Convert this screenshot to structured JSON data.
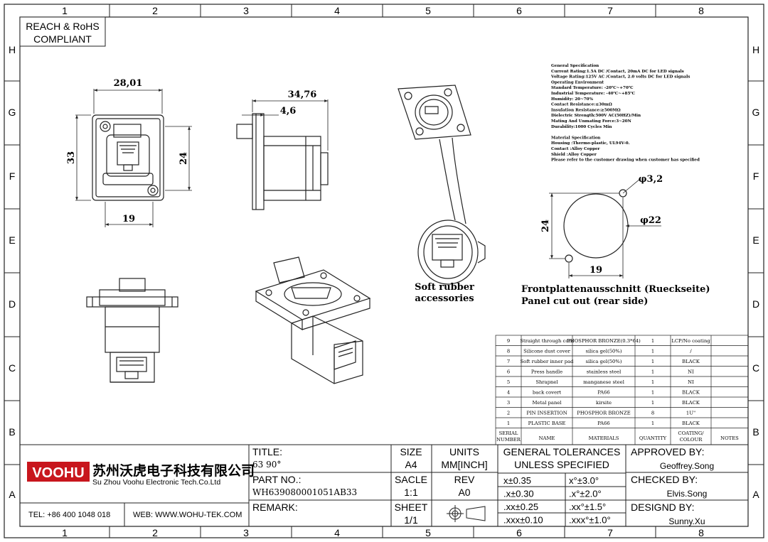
{
  "compliance": [
    "REACH & RoHS",
    "COMPLIANT"
  ],
  "grid": {
    "cols": [
      "1",
      "2",
      "3",
      "4",
      "5",
      "6",
      "7",
      "8"
    ],
    "rows": [
      "H",
      "G",
      "F",
      "E",
      "D",
      "C",
      "B",
      "A"
    ]
  },
  "dims": {
    "front_width": "28,01",
    "front_height": "33",
    "front_inner_height": "24",
    "front_hole_spacing": "19",
    "side_length": "34,76",
    "side_flange": "4,6",
    "cutout_hole": "φ3,2",
    "cutout_circle": "φ22",
    "cutout_height": "24",
    "cutout_width": "19"
  },
  "labels": {
    "soft_rubber": [
      "Soft rubber",
      "accessories"
    ],
    "panel_cutout_de": "Frontplattenausschnitt (Rueckseite)",
    "panel_cutout_en": "Panel cut out (rear side)"
  },
  "spec": [
    "General Specification",
    "Current Rating:1.5A DC /Contact, 20mA DC for LED signals",
    "Voltage Rating:125V AC /Contact, 2.0 volts DC for LED signals",
    "Operating Environment",
    "Standard Temperature:  -20℃~+70℃",
    "Industrial Temperature:  -40℃~+85℃",
    "Humidity: 20~70%",
    "Contact Resistance:≤30mΩ",
    "Insulation Resistance:≥500MΩ",
    "Dielectric Strength:500V AC(50HZ)/Min",
    "Mating And Unmating Force:3~20N",
    "Durability:1000 Cycles Min",
    "",
    "Material Specification",
    "Housing :Thermo-plastic, UL94V-0.",
    "Contact :Alloy Copper",
    "Shield  :Alloy Copper",
    "Please refer to the customer drawing when customer has specified"
  ],
  "bom": {
    "headers": [
      "SERIAL NUMBER",
      "NAME",
      "MATERIALS",
      "QUANTITY",
      "COATING/ COLOUR",
      "NOTES"
    ],
    "rows": [
      [
        "9",
        "Straight through core",
        "PHOSPHOR BRONZE(0.3*64)",
        "1",
        "LCP/No coating",
        ""
      ],
      [
        "8",
        "Silicone dust cover",
        "silica gel(50%)",
        "1",
        "/",
        ""
      ],
      [
        "7",
        "Soft rubber inner pad",
        "silica gel(50%)",
        "1",
        "BLACK",
        ""
      ],
      [
        "6",
        "Press handle",
        "stainless steel",
        "1",
        "NI",
        ""
      ],
      [
        "5",
        "Shrapnel",
        "manganese steel",
        "1",
        "NI",
        ""
      ],
      [
        "4",
        "back covert",
        "PA66",
        "1",
        "BLACK",
        ""
      ],
      [
        "3",
        "Metal panel",
        "kirsite",
        "1",
        "BLACK",
        ""
      ],
      [
        "2",
        "PIN INSERTION",
        "PHOSPHOR BRONZE",
        "8",
        "1U\"",
        ""
      ],
      [
        "1",
        "PLASTIC BASE",
        "PA66",
        "1",
        "BLACK",
        ""
      ]
    ]
  },
  "title_block": {
    "logo": "VOOHU",
    "company_cn": "苏州沃虎电子科技有限公司",
    "company_en": "Su Zhou Voohu Electronic Tech.Co.Ltd",
    "tel": "TEL: +86 400 1048 018",
    "web": "WEB: WWW.WOHU-TEK.COM",
    "title_label": "TITLE:",
    "title_value": "63 90°",
    "part_label": "PART NO.:",
    "part_value": "WH639080001051AB33",
    "remark_label": "REMARK:",
    "size_label": "SIZE",
    "size_value": "A4",
    "units_label": "UNITS",
    "units_value": "MM[INCH]",
    "scale_label": "SACLE",
    "scale_value": "1:1",
    "rev_label": "REV",
    "rev_value": "A0",
    "sheet_label": "SHEET",
    "sheet_value": "1/1",
    "tol_title_1": "GENERAL TOLERANCES",
    "tol_title_2": "UNLESS SPECIFIED",
    "tolerances": [
      [
        "x±0.35",
        "x°±3.0°"
      ],
      [
        ".x±0.30",
        ".x°±2.0°"
      ],
      [
        ".xx±0.25",
        ".xx°±1.5°"
      ],
      [
        ".xxx±0.10",
        ".xxx°±1.0°"
      ]
    ],
    "approved_label": "APPROVED BY:",
    "approved_value": "Geoffrey.Song",
    "checked_label": "CHECKED BY:",
    "checked_value": "Elvis.Song",
    "designed_label": "DESIGND BY:",
    "designed_value": "Sunny.Xu"
  },
  "colors": {
    "logo_red": "#c8161d",
    "line": "#222222"
  }
}
